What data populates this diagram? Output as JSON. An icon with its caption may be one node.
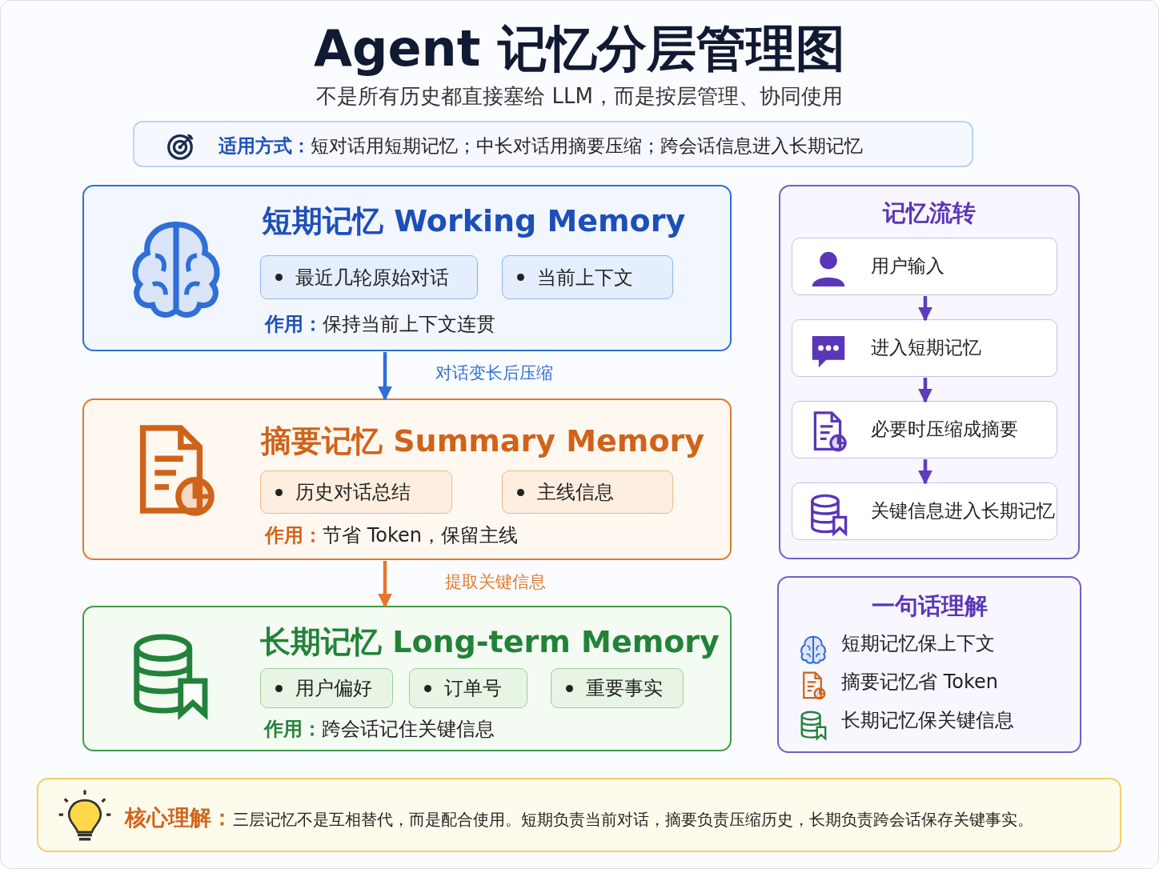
{
  "diagram": {
    "title": "Agent 记忆分层管理图",
    "nodes": [
      {
        "text": [
          "**适用方式：**短对话用短期记忆；中长对话用摘要压缩；跨会话信息进入长期记忆"
        ]
      },
      {
        "text": [
          "短期记忆 Working Memory",
          "**作用：**保持当前上下文连贯"
        ]
      },
      {
        "text": [
          "最近几轮原始对话"
        ],
        "in": 1
      },
      {
        "text": [
          "当前上下文"
        ],
        "in": 1
      },
      {
        "text": [
          "摘要记忆 Summary Memory",
          "**作用：**节省 Token，保留主线"
        ]
      },
      {
        "text": [
          "历史对话总结"
        ],
        "in": 4
      },
      {
        "text": [
          "主线信息"
        ],
        "in": 4
      },
      {
        "text": [
          "长期记忆 Long-term Memory",
          "**作用：**跨会话记住关键信息"
        ]
      },
      {
        "text": [
          "用户偏好"
        ],
        "in": 7
      },
      {
        "text": [
          "订单号"
        ],
        "in": 7
      },
      {
        "text": [
          "重要事实"
        ],
        "in": 7
      },
      {
        "text": [
          "记忆流转"
        ]
      },
      {
        "text": [
          "用户输入"
        ],
        "in": 11
      },
      {
        "text": [
          "进入短期记忆"
        ],
        "in": 11
      },
      {
        "text": [
          "必要时压缩成摘要"
        ],
        "in": 11
      },
      {
        "text": [
          "关键信息进入长期记忆"
        ],
        "in": 11
      },
      {
        "text": [
          "一句话理解",
          "短期记忆保上下文",
          "摘要记忆省 Token",
          "长期记忆保关键信息"
        ]
      },
      {
        "text": [
          "**核心理解：**三层记忆不是互相替代，而是配合使用。短期负责当前对话，摘要负责压缩历史，长期负责跨会话保存关键事实。"
        ]
      }
    ],
    "edges": [
      {
        "from": 1,
        "to": 4,
        "arrow": "to",
        "label": "对话变长后压缩",
        "color": "#2f6fd6"
      },
      {
        "from": 4,
        "to": 7,
        "arrow": "to",
        "label": "提取关键信息",
        "color": "#e07a2b"
      },
      {
        "from": 12,
        "to": 13,
        "arrow": "to",
        "color": "#5b3fb8"
      },
      {
        "from": 13,
        "to": 14,
        "arrow": "to",
        "color": "#5b3fb8"
      },
      {
        "from": 14,
        "to": 15,
        "arrow": "to",
        "color": "#5b3fb8"
      }
    ],
    "labels": [
      "不是所有历史都直接塞给 LLM，而是按层管理、协同使用"
    ]
  }
}
